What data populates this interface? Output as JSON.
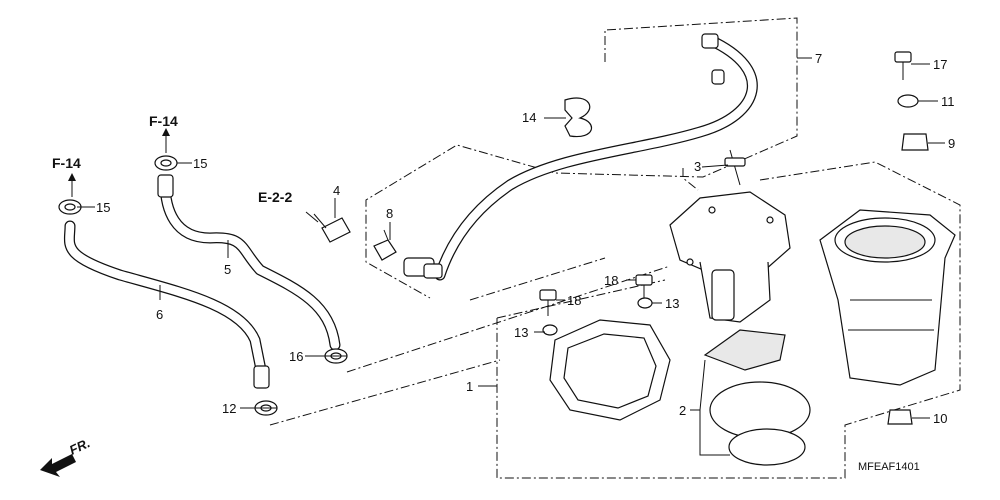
{
  "callouts": {
    "c1": "1",
    "c2": "2",
    "c3": "3",
    "c4": "4",
    "c5": "5",
    "c6": "6",
    "c7": "7",
    "c8": "8",
    "c9": "9",
    "c10": "10",
    "c11": "11",
    "c12": "12",
    "c13a": "13",
    "c13b": "13",
    "c14": "14",
    "c15a": "15",
    "c15b": "15",
    "c16": "16",
    "c17": "17",
    "c18a": "18",
    "c18b": "18"
  },
  "references": {
    "f14_left": "F-14",
    "f14_top": "F-14",
    "e22": "E-2-2"
  },
  "front_label": "FR.",
  "drawing_code": "MFEAF1401"
}
